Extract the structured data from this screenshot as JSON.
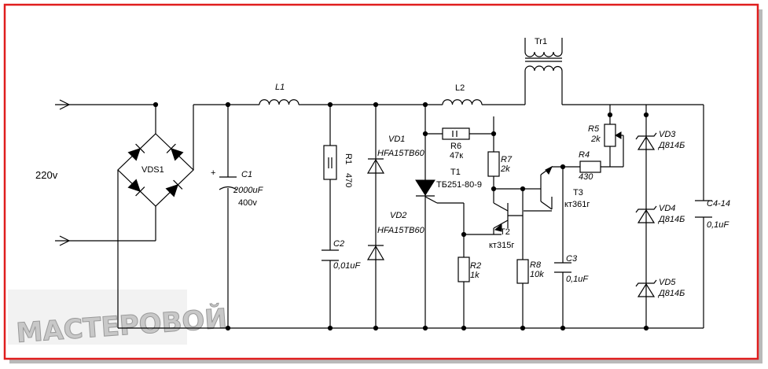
{
  "colors": {
    "border": "#e01e1e",
    "wire": "#000000",
    "shadow": "#b9b9b9",
    "watermark": "#c8c8c8"
  },
  "labels": {
    "input_voltage": "220v",
    "bridge": "VDS1",
    "c1_name": "C1",
    "c1_value": "2000uF",
    "c1_voltage": "400v",
    "l1": "L1",
    "r1_name": "R1",
    "r1_value": "470",
    "c2_name": "C2",
    "c2_value": "0,01uF",
    "vd1_name": "VD1",
    "vd1_part": "HFA15TB60",
    "vd2_name": "VD2",
    "vd2_part": "HFA15TB60",
    "l2": "L2",
    "tr1": "Tr1",
    "r6_name": "R6",
    "r6_value": "47к",
    "t1_name": "T1",
    "t1_part": "ТБ251-80-9",
    "r7_name": "R7",
    "r7_value": "2k",
    "r2_name": "R2",
    "r2_value": "1k",
    "t2_name": "T2",
    "t2_part": "кт315г",
    "r8_name": "R8",
    "r8_value": "10k",
    "c3_name": "C3",
    "c3_value": "0,1uF",
    "t3_name": "T3",
    "t3_part": "кт361г",
    "r4_name": "R4",
    "r4_value": "430",
    "r5_name": "R5",
    "r5_value": "2k",
    "vd3_name": "VD3",
    "vd3_part": "Д814Б",
    "vd4_name": "VD4",
    "vd4_part": "Д814Б",
    "vd5_name": "VD5",
    "vd5_part": "Д814Б",
    "c414_name": "C4-14",
    "c414_value": "0,1uF",
    "watermark": "МАСТЕРОВОЙ"
  }
}
